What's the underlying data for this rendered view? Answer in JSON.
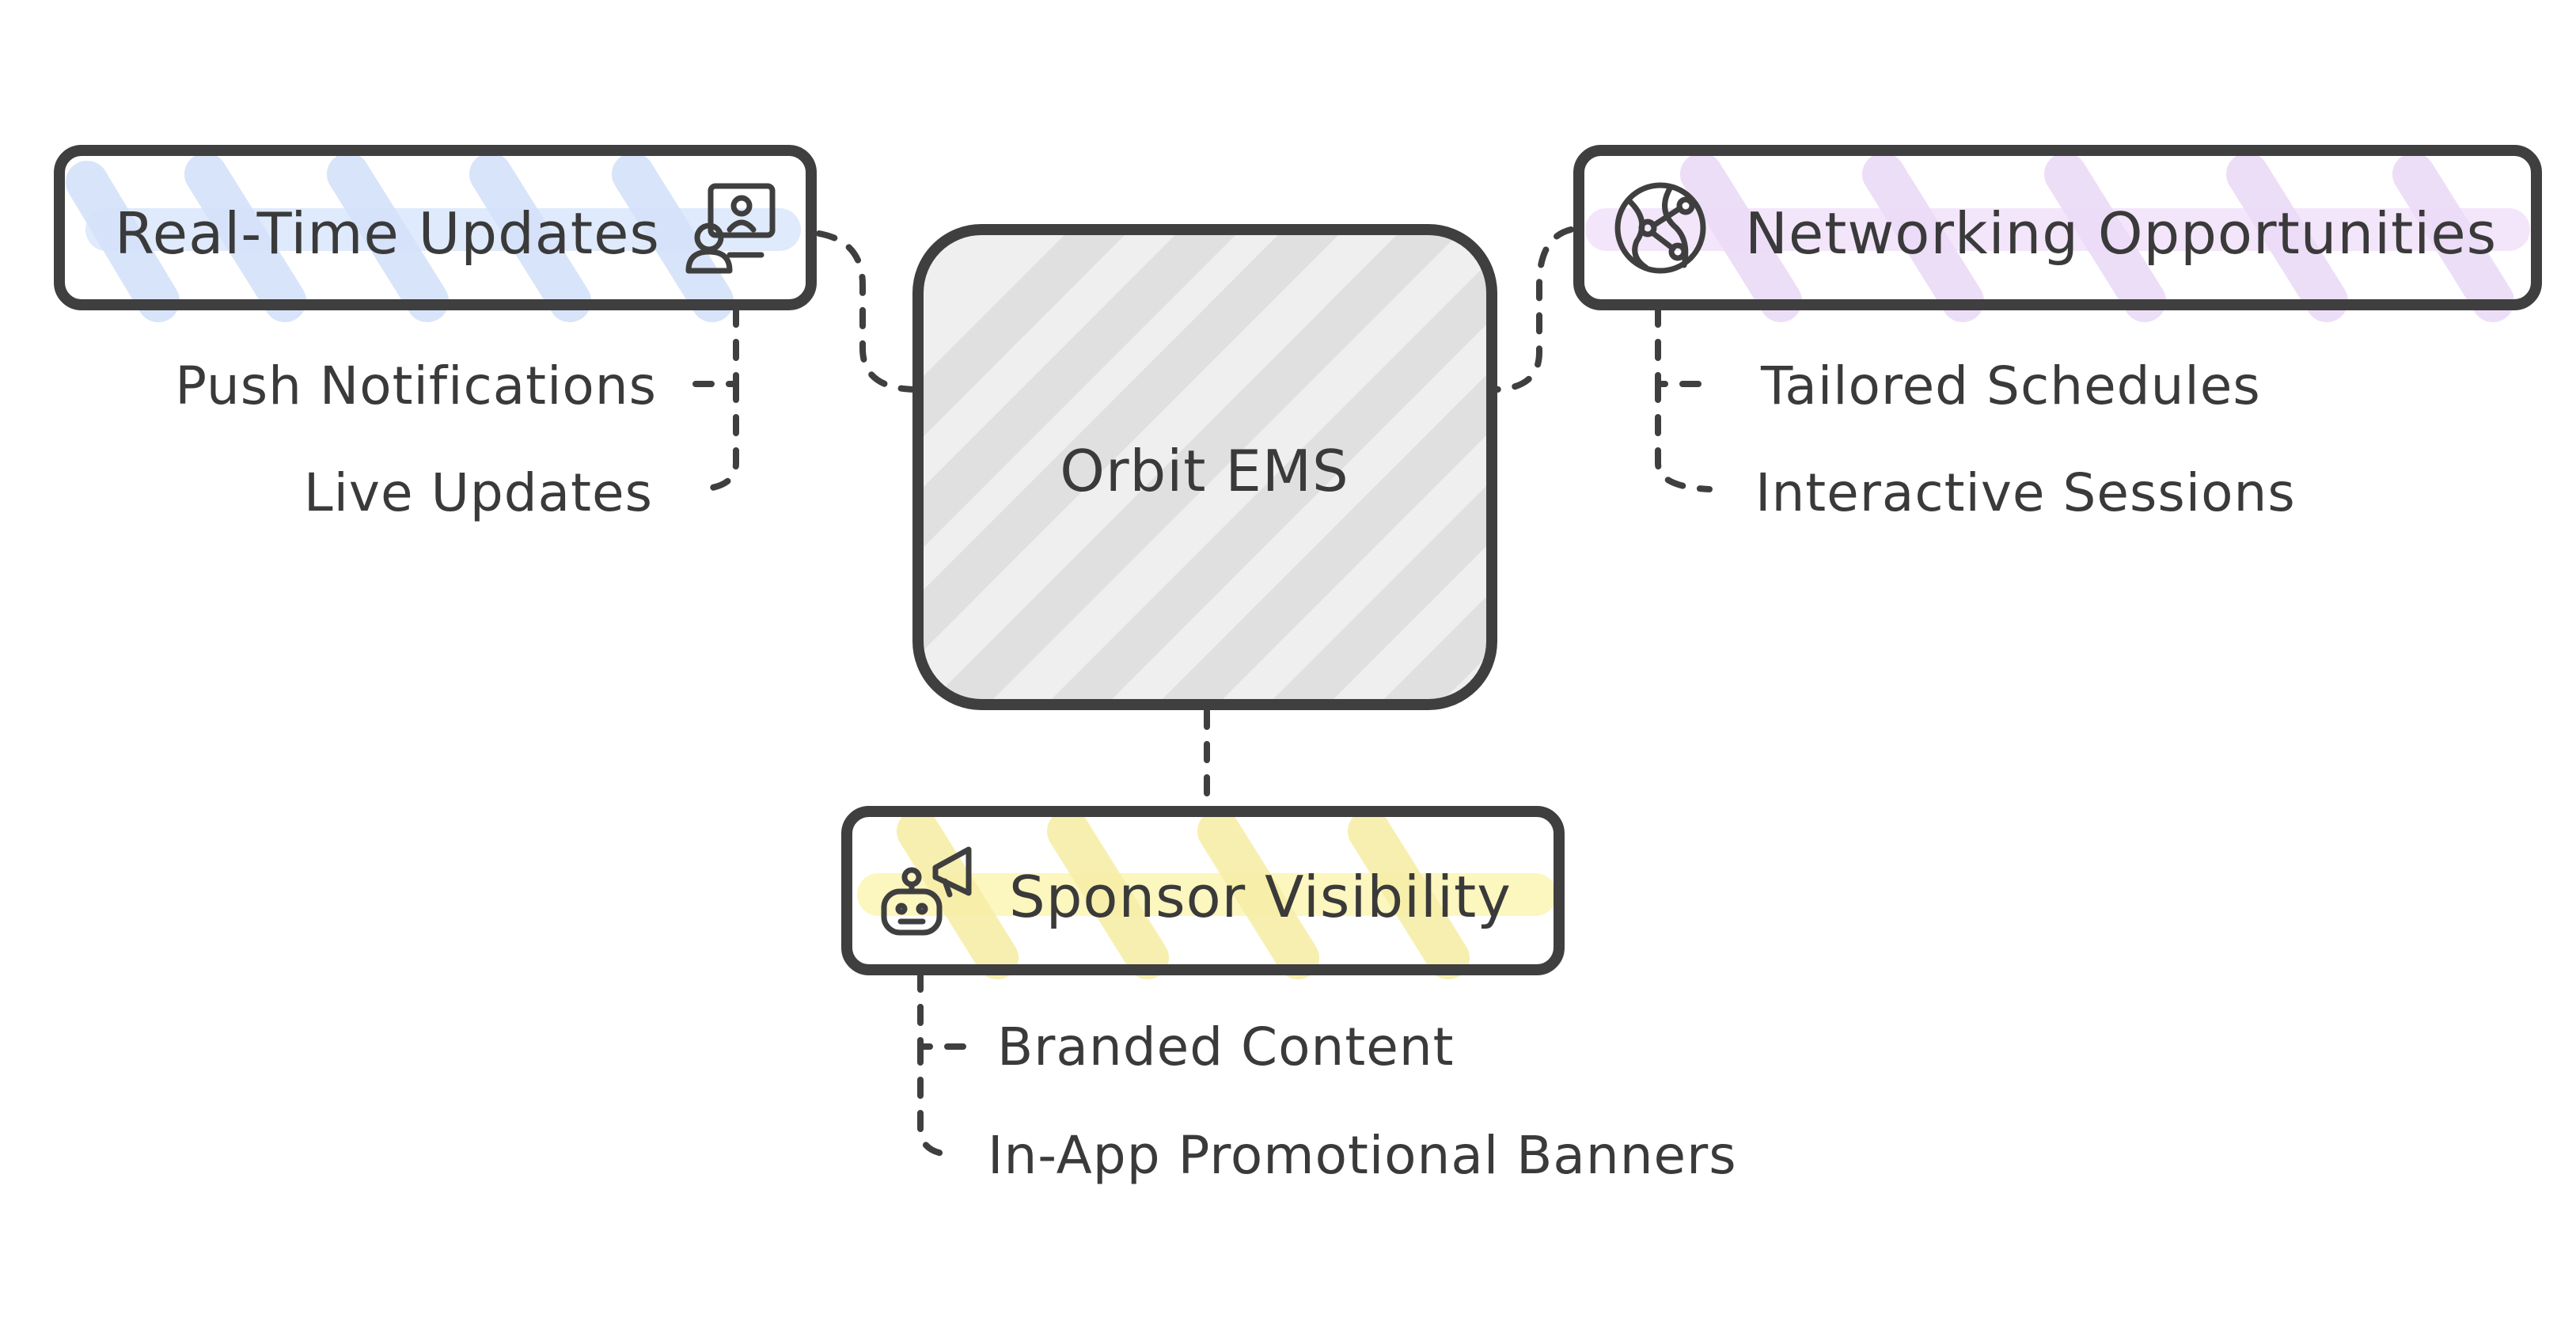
{
  "center": {
    "label": "Orbit EMS",
    "color": "#e8e8e8"
  },
  "branches": [
    {
      "title": "Real-Time Updates",
      "icon": "presenter-screen-icon",
      "color": "#dce8fc",
      "items": [
        "Push Notifications",
        "Live Updates"
      ]
    },
    {
      "title": "Networking Opportunities",
      "icon": "globe-network-icon",
      "color": "#f2e3fb",
      "items": [
        "Tailored Schedules",
        "Interactive Sessions"
      ]
    },
    {
      "title": "Sponsor Visibility",
      "icon": "robot-megaphone-icon",
      "color": "#fcf5b8",
      "items": [
        "Branded Content",
        "In-App Promotional Banners"
      ]
    }
  ]
}
